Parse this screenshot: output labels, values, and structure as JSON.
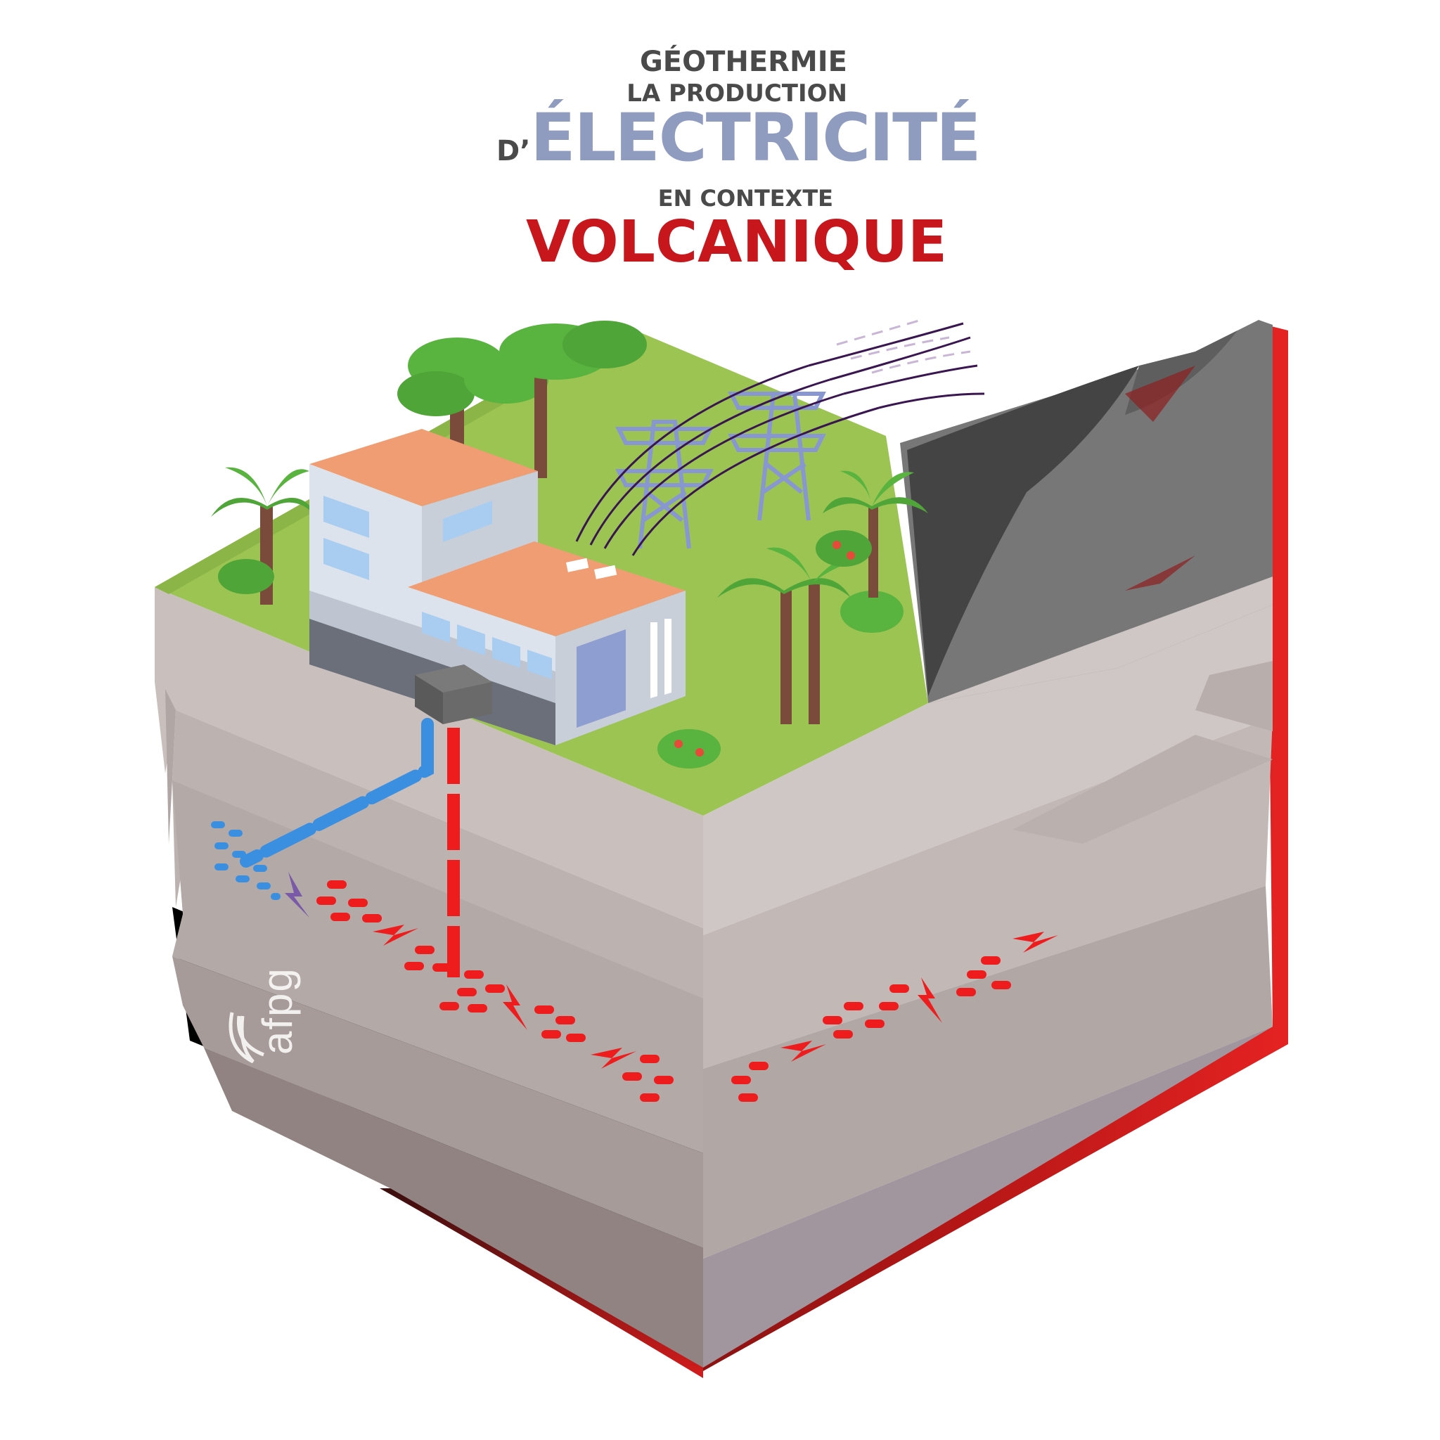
{
  "title": {
    "line1": "GÉOTHERMIE",
    "line2": "LA PRODUCTION",
    "line3_prefix": "D’",
    "line3_main": "ÉLECTRICITÉ",
    "line4": "EN CONTEXTE",
    "line5": "VOLCANIQUE"
  },
  "logo": {
    "text": "afpg"
  },
  "colors": {
    "text_dark": "#4a4a4a",
    "accent_blue_grey": "#8f9bbf",
    "accent_red": "#c8161d",
    "grass": "#9bc453",
    "rock_light": "#c9c0be",
    "rock_mid": "#b3a9a7",
    "rock_dark": "#918381",
    "volcano_dark": "#444444",
    "volcano_grey": "#777777",
    "magma": "#d01818",
    "cold_water": "#3b8fe0",
    "hot_fluid": "#ee1c1c",
    "roof": "#f19d74",
    "building_wall": "#dde3ec",
    "pylon": "#8896d2",
    "power_line": "#3a1650"
  },
  "icons": [
    "palm-tree-icon",
    "tree-icon",
    "power-pylon-icon",
    "power-plant-icon",
    "heat-lightning-icon",
    "water-drop-icon"
  ]
}
